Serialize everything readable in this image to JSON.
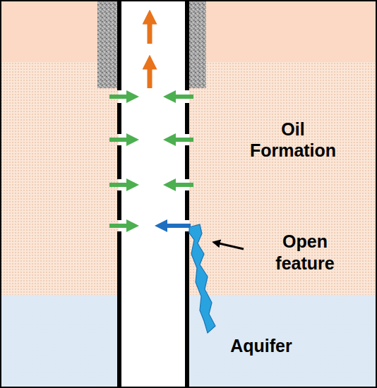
{
  "diagram": {
    "nodes": [
      {
        "text": [
          "Oil Formation"
        ]
      },
      {
        "text": [
          "Aquifer"
        ]
      }
    ],
    "labels": [
      "Open feature"
    ]
  }
}
